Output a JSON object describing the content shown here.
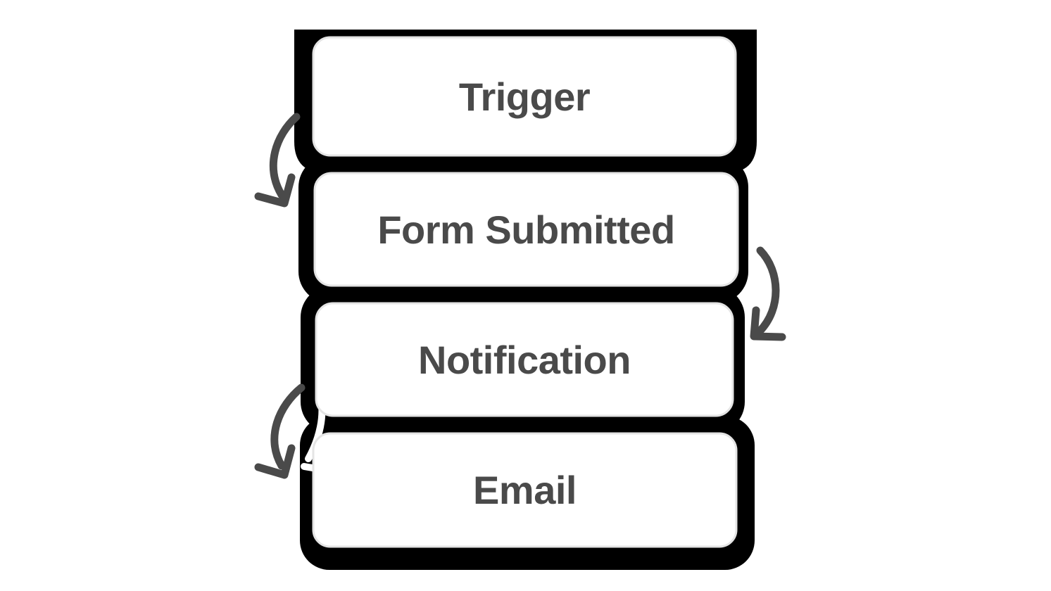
{
  "diagram": {
    "type": "workflow-flowchart",
    "nodes": [
      {
        "id": "trigger",
        "label": "Trigger"
      },
      {
        "id": "form-submitted",
        "label": "Form Submitted"
      },
      {
        "id": "notification",
        "label": "Notification"
      },
      {
        "id": "email",
        "label": "Email"
      }
    ],
    "connections": [
      {
        "from": "Trigger",
        "to": "Form Submitted",
        "side": "left",
        "style": "hand-drawn curved arrow, pointing down"
      },
      {
        "from": "Form Submitted",
        "to": "Notification",
        "side": "right",
        "style": "hand-drawn curved arrow, pointing down"
      },
      {
        "from": "Notification",
        "to": "Email",
        "side": "left",
        "style": "hand-drawn curved arrow, pointing down"
      },
      {
        "from": "Notification",
        "to": "Email",
        "side": "inner-left",
        "style": "white hand-drawn curved arrow, visible over black gap"
      }
    ],
    "colors": {
      "background": "#ffffff",
      "node_outline": "#000000",
      "node_fill": "#ffffff",
      "node_border": "#e4e4e4",
      "label_text": "#4a4a4a",
      "arrow": "#4a4a4a",
      "hidden_arrow": "#ffffff"
    }
  }
}
